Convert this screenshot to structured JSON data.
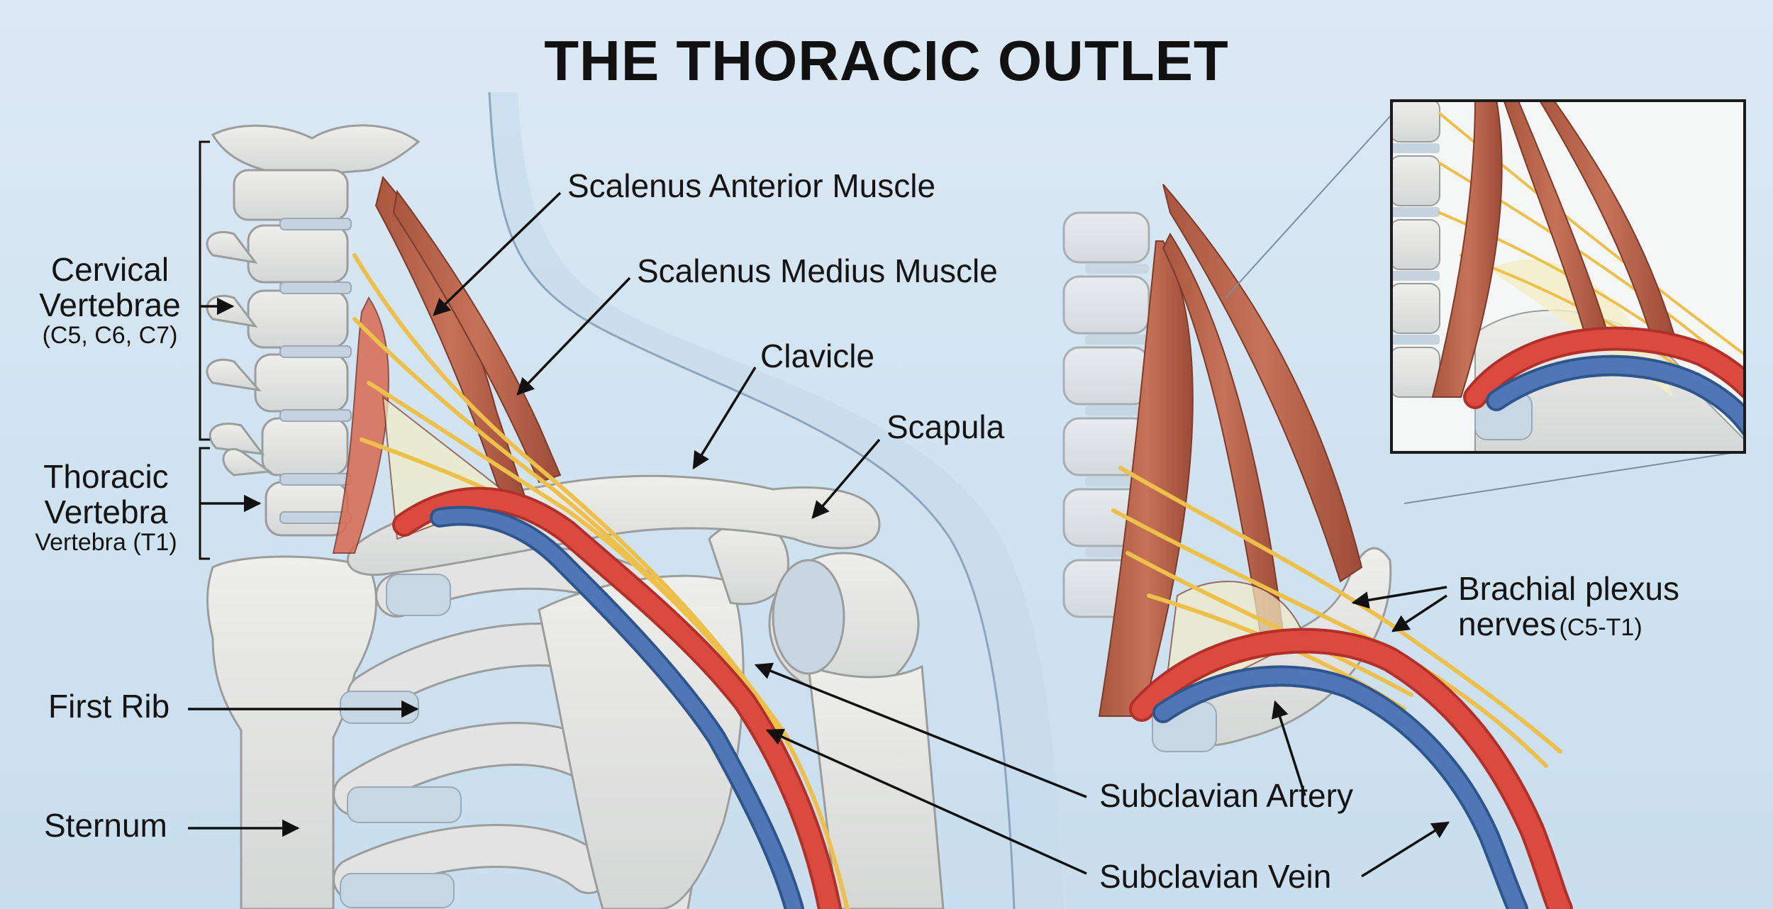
{
  "title": "THE THORACIC OUTLET",
  "labels": {
    "cervical": {
      "line1": "Cervical",
      "line2": "Vertebrae",
      "line3": "(C5, C6, C7)"
    },
    "thoracic": {
      "line1": "Thoracic",
      "line2": "Vertebra",
      "line3": "Vertebra (T1)"
    },
    "first_rib": "First Rib",
    "sternum": "Sternum",
    "scalenus_anterior": "Scalenus Anterior Muscle",
    "scalenus_medius": "Scalenus Medius Muscle",
    "clavicle": "Clavicle",
    "scapula": "Scapula",
    "brachial": {
      "line1": "Brachial plexus",
      "line2": "nerves",
      "line2_small": "(C5-T1)"
    },
    "subclavian_artery": "Subclavian Artery",
    "subclavian_vein": "Subclavian Vein"
  },
  "colors": {
    "background": "#d3e4f1",
    "bone": "#e3e4e3",
    "muscle": "#b8644c",
    "artery": "#d6453d",
    "vein": "#4a72b0",
    "nerve": "#f1c84a"
  }
}
